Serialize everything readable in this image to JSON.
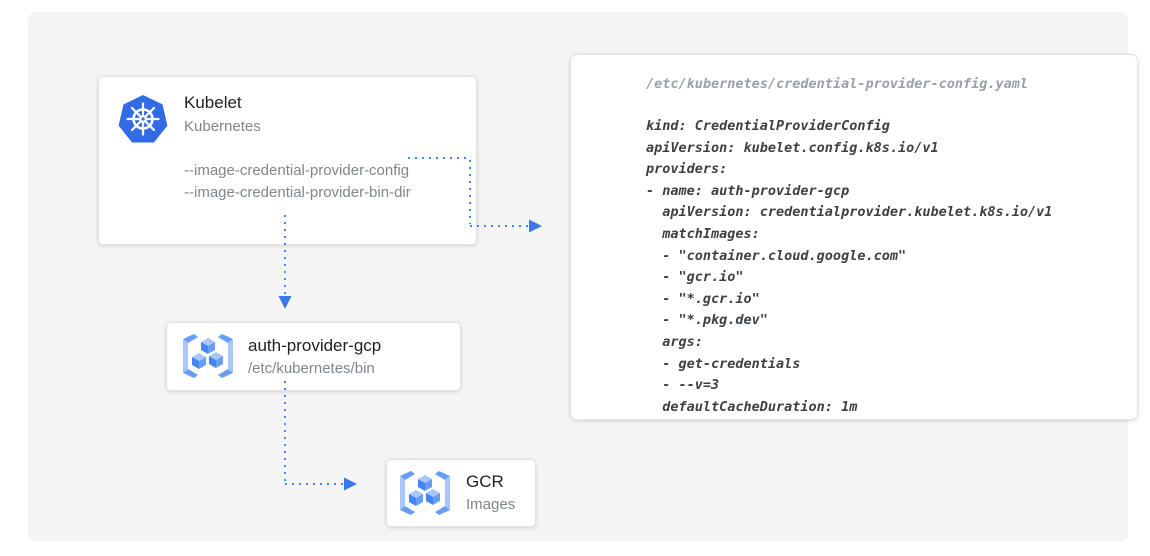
{
  "diagram": {
    "nodes": {
      "kubelet": {
        "title": "Kubelet",
        "subtitle": "Kubernetes",
        "flags": [
          "--image-credential-provider-config",
          "--image-credential-provider-bin-dir"
        ],
        "icon": "kubernetes-icon"
      },
      "auth_provider": {
        "title": "auth-provider-gcp",
        "subtitle": "/etc/kubernetes/bin",
        "icon": "gcr-icon"
      },
      "gcr": {
        "title": "GCR",
        "subtitle": "Images",
        "icon": "gcr-icon"
      }
    },
    "edges": [
      {
        "from": "kubelet --image-credential-provider-config flag",
        "to": "credential-provider-config yaml panel",
        "style": "dotted-blue-arrow"
      },
      {
        "from": "kubelet",
        "to": "auth_provider",
        "style": "dotted-blue-arrow"
      },
      {
        "from": "auth_provider",
        "to": "gcr",
        "style": "dotted-blue-arrow"
      }
    ],
    "config_panel": {
      "filename": "/etc/kubernetes/credential-provider-config.yaml",
      "code": "kind: CredentialProviderConfig\napiVersion: kubelet.config.k8s.io/v1\nproviders:\n- name: auth-provider-gcp\n  apiVersion: credentialprovider.kubelet.k8s.io/v1\n  matchImages:\n  - \"container.cloud.google.com\"\n  - \"gcr.io\"\n  - \"*.gcr.io\"\n  - \"*.pkg.dev\"\n  args:\n  - get-credentials\n  - --v=3\n  defaultCacheDuration: 1m"
    },
    "colors": {
      "arrow_blue": "#4285F4",
      "arrowhead_blue": "#3B78E8",
      "kubernetes_blue": "#326CE5",
      "icon_blue_light": "#A8C7FA",
      "icon_blue_medium": "#669DF6",
      "icon_blue_dark": "#4285F4",
      "canvas_background": "#F5F5F5",
      "title_text": "#212121",
      "secondary_text": "#80868B",
      "code_text": "#3C4043",
      "filename_text": "#9AA0A6"
    }
  }
}
